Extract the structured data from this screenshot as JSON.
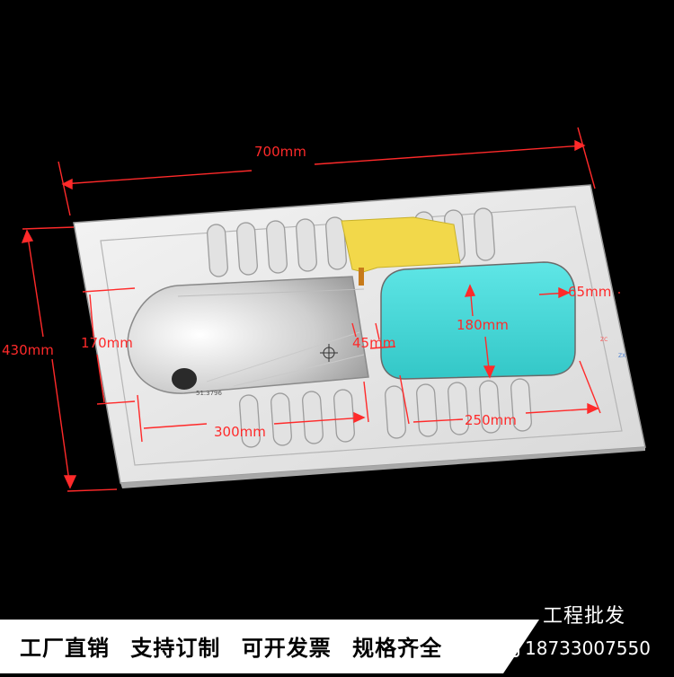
{
  "dimensions": {
    "length": "700mm",
    "width": "430mm",
    "pan_length": "170mm",
    "pan_bottom": "300mm",
    "gap": "45mm",
    "basin_width": "180mm",
    "basin_length": "250mm",
    "rim": "65mm"
  },
  "cad_text": "51.3796",
  "header_badge": "工程批发",
  "slogans": [
    "工厂直销",
    "支持订制",
    "可开发票",
    "规格齐全"
  ],
  "phone": "18733007550",
  "colors": {
    "background": "#000000",
    "dimension": "#ff2a2a",
    "basin": "#3fd9d9",
    "handle": "#f2d84a"
  }
}
